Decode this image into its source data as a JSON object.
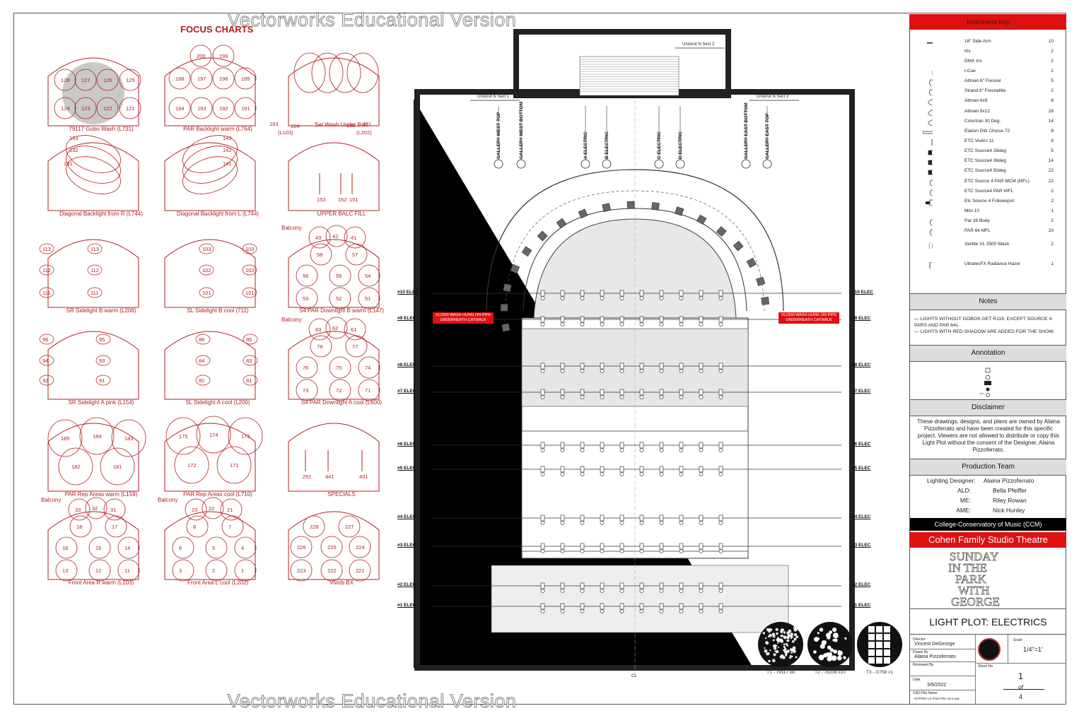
{
  "watermark": "Vectorworks Educational Version",
  "focus": {
    "title": "FOCUS CHARTS",
    "charts": [
      {
        "label": "79117 Gobo Wash (L731)",
        "nums": [
          "128",
          "127",
          "126",
          "125",
          "124",
          "123",
          "122",
          "121"
        ]
      },
      {
        "label": "PAR Backlight warm (L764)",
        "nums": [
          "200",
          "199",
          "198",
          "197",
          "196",
          "195",
          "194",
          "193",
          "192",
          "191"
        ]
      },
      {
        "label": "Set Wash Under Balc",
        "nums": [
          "163",
          "164",
          "162",
          "161",
          "(L103)",
          "(L202)"
        ]
      },
      {
        "label": "Diagonal Backlight from R (L744)",
        "nums": [
          "133",
          "132",
          "131"
        ]
      },
      {
        "label": "Diagonal Backlight from L (L744)",
        "nums": [
          "143",
          "142",
          "141"
        ]
      },
      {
        "label": "UPPER BALC FILL",
        "nums": [
          "153",
          "152",
          "151"
        ]
      },
      {
        "label": "SR Sidelight B warm (L206)",
        "nums": [
          "113",
          "113",
          "112",
          "112",
          "111",
          "111"
        ]
      },
      {
        "label": "SL Sidelight B cool (711)",
        "nums": [
          "103",
          "103",
          "102",
          "102",
          "101",
          "101"
        ]
      },
      {
        "label": "S4 PAR Downlight B warm (L147)",
        "balcony": "Balcony",
        "nums": [
          "43",
          "42",
          "41",
          "58",
          "57",
          "56",
          "55",
          "54",
          "53",
          "52",
          "51"
        ]
      },
      {
        "label": "SR Sidelight A pink (L154)",
        "nums": [
          "96",
          "95",
          "94",
          "93",
          "92",
          "91"
        ]
      },
      {
        "label": "SL Sidelight A cool (L200)",
        "nums": [
          "86",
          "85",
          "84",
          "83",
          "82",
          "81"
        ]
      },
      {
        "label": "S4 PAR Downlight A cool (L600)",
        "balcony": "Balcony",
        "nums": [
          "63",
          "62",
          "61",
          "78",
          "77",
          "76",
          "75",
          "74",
          "73",
          "72",
          "71"
        ]
      },
      {
        "label": "PAR Rep Areas warm (L159)",
        "nums": [
          "185",
          "184",
          "183",
          "182",
          "181"
        ]
      },
      {
        "label": "PAR Rep Areas cool (L710)",
        "nums": [
          "175",
          "174",
          "173",
          "172",
          "171"
        ]
      },
      {
        "label": "SPECIALS",
        "nums": [
          "251",
          "441",
          "431"
        ]
      },
      {
        "label": "Front Area R warm (L103)",
        "balcony": "Balcony",
        "nums": [
          "33",
          "32",
          "31",
          "18",
          "17",
          "16",
          "15",
          "14",
          "13",
          "12",
          "11"
        ]
      },
      {
        "label": "Front Area L cool (L202)",
        "balcony": "Balcony",
        "nums": [
          "23",
          "22",
          "21",
          "8",
          "7",
          "6",
          "5",
          "4",
          "3",
          "2",
          "1"
        ]
      },
      {
        "label": "Vivids BX",
        "nums": [
          "228",
          "227",
          "226",
          "225",
          "224",
          "223",
          "222",
          "221"
        ]
      }
    ]
  },
  "plan": {
    "pipes_left": [
      "#10 ELEC",
      "#9 ELEC",
      "#8 ELEC",
      "#7 ELEC",
      "#6 ELEC",
      "#5 ELEC",
      "#4 ELEC",
      "#3 ELEC",
      "#2 ELEC",
      "#1 ELEC"
    ],
    "pipes_right": [
      "#10 ELEC",
      "#9 ELEC",
      "#8 ELEC",
      "#7 ELEC",
      "#6 ELEC",
      "#5 ELEC",
      "#4 ELEC",
      "#3 ELEC",
      "#2 ELEC",
      "#1 ELEC"
    ],
    "vertical_pipes": [
      "GALLERY WEST TOP",
      "GALLERY WEST BOTTOM",
      "A ELECTRIC",
      "B ELECTRIC",
      "C ELECTRIC",
      "D ELECTRIC",
      "GALLERY EAST BOTTOM",
      "GALLERY EAST TOP"
    ],
    "unistrut": [
      "Unistrut N Sect 2",
      "Unistrut N Sect 1",
      "Unistrut N Sect 3"
    ],
    "vl_tag": "VL2500 WASH HUNG ON PIPE UNDERNEATH CATWALK",
    "cl": "CL"
  },
  "gobos": [
    {
      "label": "T1 - 79117 x8"
    },
    {
      "label": "T2 - 78208 x10"
    },
    {
      "label": "T3 - G758 x1"
    }
  ],
  "titleblock": {
    "key_title": "Instrument Key",
    "key": [
      {
        "name": "18\" Side Arm",
        "count": "10",
        "icon": "arm"
      },
      {
        "name": "Iris",
        "count": "2",
        "icon": "dot"
      },
      {
        "name": "DMX Iris",
        "count": "2",
        "icon": "dot"
      },
      {
        "name": "I-Cue",
        "count": "2",
        "icon": "icue"
      },
      {
        "name": "Altman 6\" Fresnel",
        "count": "5",
        "icon": "fresnel"
      },
      {
        "name": "Strand 8\" Fresnellite",
        "count": "2",
        "icon": "fresnel"
      },
      {
        "name": "Altman 6x9",
        "count": "8",
        "icon": "ers"
      },
      {
        "name": "Altman 6x12",
        "count": "28",
        "icon": "ers"
      },
      {
        "name": "Colortran 30 Deg.",
        "count": "14",
        "icon": "ers"
      },
      {
        "name": "Elation DW Chorus 72",
        "count": "8",
        "icon": "bar"
      },
      {
        "name": "ETC Vivid-r 11",
        "count": "8",
        "icon": "vivid"
      },
      {
        "name": "ETC Source4 26deg",
        "count": "5",
        "icon": "s4"
      },
      {
        "name": "ETC Source4 36deg",
        "count": "14",
        "icon": "s4"
      },
      {
        "name": "ETC Source4 50deg",
        "count": "22",
        "icon": "s4"
      },
      {
        "name": "ETC Source 4 PAR MCM (MFL)",
        "count": "22",
        "icon": "par"
      },
      {
        "name": "ETC Source4 PAR WFL",
        "count": "2",
        "icon": "par"
      },
      {
        "name": "Etc Source 4 Followspot",
        "count": "2",
        "icon": "follow"
      },
      {
        "name": "Mini 10",
        "count": "1",
        "icon": "dot"
      },
      {
        "name": "Par 38 Body",
        "count": "2",
        "icon": "par"
      },
      {
        "name": "PAR 64 MFL",
        "count": "20",
        "icon": "par"
      },
      {
        "name": "Varilite VL 2500 Wash",
        "count": "2",
        "icon": "vl"
      },
      {
        "name": "UltratecFX Radiance Hazer",
        "count": "1",
        "icon": "hazer"
      }
    ],
    "notes_title": "Notes",
    "notes": [
      "LIGHTS WITHOUT GOBOS GET R119; EXCEPT SOURCE 4 PARS AND PAR 64s.",
      "LIGHTS WITH RED SHADOW ARE ADDED FOR THE SHOW."
    ],
    "annotation_title": "Annotation",
    "disclaimer_title": "Disclaimer",
    "disclaimer": "These drawings, designs, and plans are owned by Alaina Pizzoferrato and have been created for this specific project. Viewers are not allowed to distribute or copy this Light Plot without the consent of the Designer, Alaina Pizzoferrato.",
    "team_title": "Production Team",
    "team": [
      {
        "role": "Lighting Designer:",
        "name": "Alaina Pizzoferrato"
      },
      {
        "role": "ALD:",
        "name": "Bella Pfeiffer"
      },
      {
        "role": "ME:",
        "name": "Riley Rowan"
      },
      {
        "role": "AME:",
        "name": "Nick Hunley"
      }
    ],
    "school": "College-Conservatory of Music (CCM)",
    "venue": "Cohen Family Studio Theatre",
    "show": [
      "SUNDAY",
      "IN THE",
      "PARK",
      "WITH",
      "GEORGE"
    ],
    "plot_title": "LIGHT PLOT: ELECTRICS",
    "director_label": "Director",
    "director": "Vincent DeGeorge",
    "drawn_label": "Drawn By",
    "drawn": "Alaina Pizzoferrato",
    "reviewed_label": "Reviewed By",
    "date_label": "Date",
    "date": "3/9/2022",
    "cad_label": "CAD File Name",
    "cad": "SITPWG LX Final Plot V3.2.vwx",
    "scale_label": "Scale",
    "scale": "1/4\"=1'",
    "sheet_label": "Sheet No.",
    "sheet": "1",
    "of": "of",
    "total": "4"
  }
}
